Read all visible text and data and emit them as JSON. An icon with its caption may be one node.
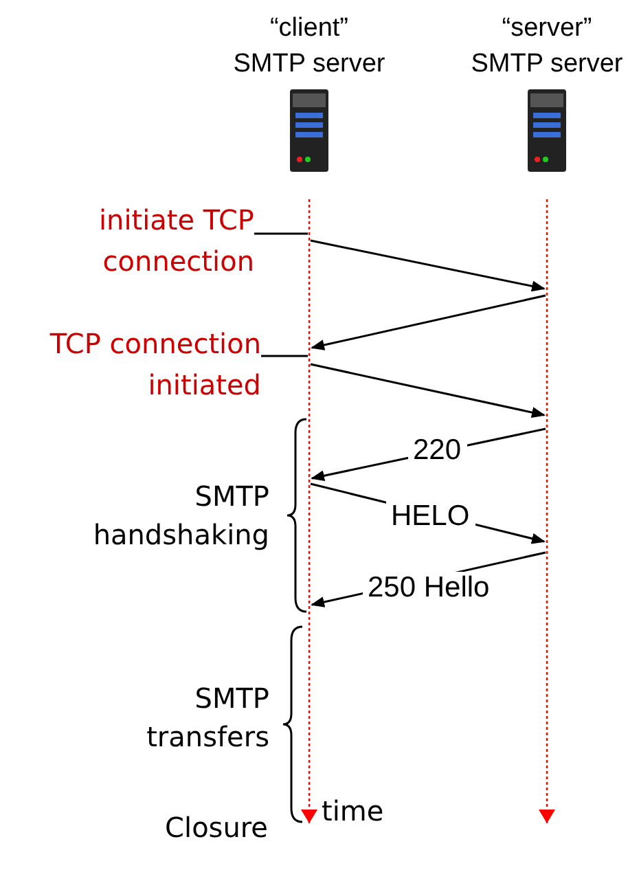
{
  "diagram": {
    "nodes": [
      {
        "text": [
          "“client” SMTP server"
        ]
      },
      {
        "text": [
          "“server” SMTP server"
        ]
      },
      {
        "text": [
          "initiate TCP connection"
        ]
      },
      {
        "text": [
          "TCP connection initiated"
        ]
      }
    ],
    "edges": [
      {
        "from": 0,
        "to": 1,
        "arrow": "to"
      },
      {
        "from": 1,
        "to": 0,
        "arrow": "to"
      },
      {
        "from": 0,
        "to": 1,
        "arrow": "to"
      },
      {
        "from": 1,
        "to": 0,
        "arrow": "to",
        "label": "220"
      },
      {
        "from": 0,
        "to": 1,
        "arrow": "to",
        "label": "HELO"
      },
      {
        "from": 1,
        "to": 0,
        "arrow": "to",
        "label": "250 Hello"
      },
      {
        "from": 2,
        "to": 0,
        "arrow": "none"
      },
      {
        "from": 3,
        "to": 0,
        "arrow": "none"
      }
    ],
    "labels": [
      "SMTP handshaking",
      "SMTP transfers",
      "time",
      "Closure"
    ]
  }
}
